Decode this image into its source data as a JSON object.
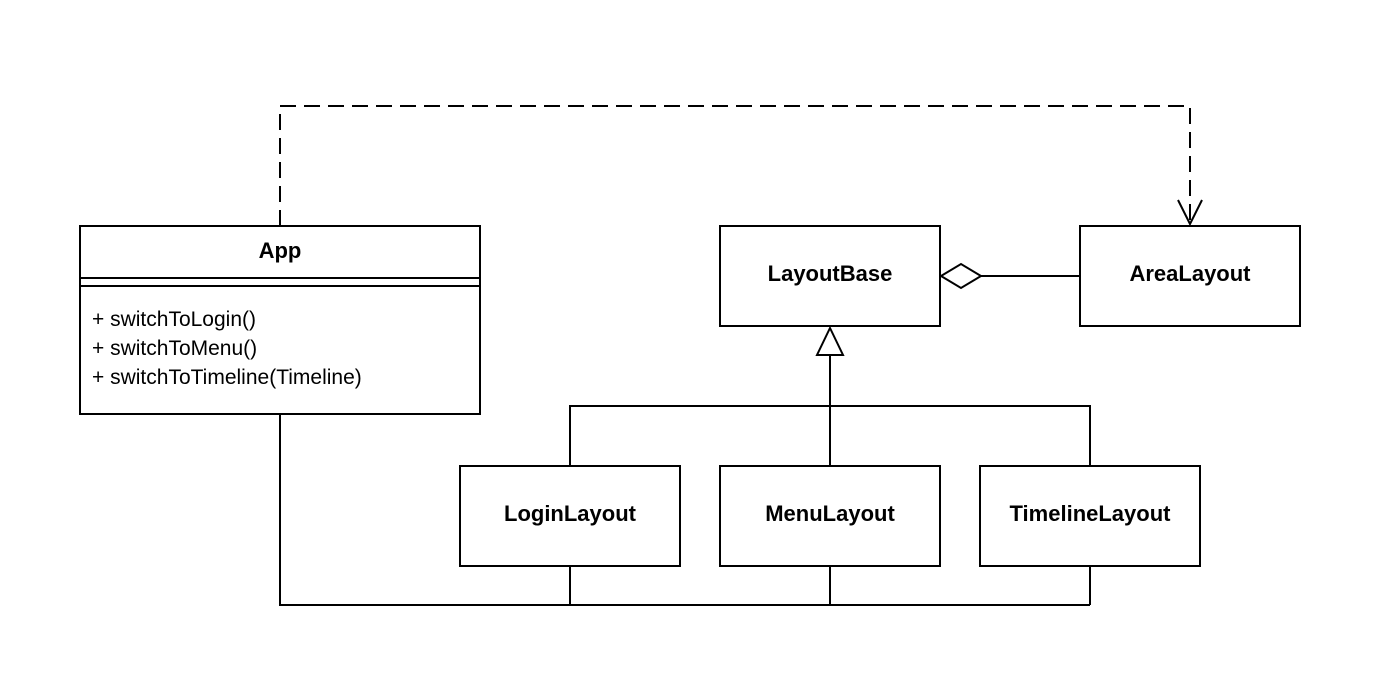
{
  "diagram": {
    "type": "uml-class-diagram",
    "classes": {
      "app": {
        "name": "App",
        "methods": [
          "+ switchToLogin()",
          "+ switchToMenu()",
          "+ switchToTimeline(Timeline)"
        ]
      },
      "layout_base": {
        "name": "LayoutBase"
      },
      "area_layout": {
        "name": "AreaLayout"
      },
      "login_layout": {
        "name": "LoginLayout"
      },
      "menu_layout": {
        "name": "MenuLayout"
      },
      "timeline_layout": {
        "name": "TimelineLayout"
      }
    },
    "relations": [
      {
        "kind": "dependency",
        "from": "App",
        "to": "AreaLayout",
        "line": "dashed",
        "arrow": "open"
      },
      {
        "kind": "aggregation",
        "from": "AreaLayout",
        "to": "LayoutBase",
        "arrow": "hollow-diamond"
      },
      {
        "kind": "generalization",
        "from": "LoginLayout",
        "to": "LayoutBase",
        "arrow": "hollow-triangle"
      },
      {
        "kind": "generalization",
        "from": "MenuLayout",
        "to": "LayoutBase",
        "arrow": "hollow-triangle"
      },
      {
        "kind": "generalization",
        "from": "TimelineLayout",
        "to": "LayoutBase",
        "arrow": "hollow-triangle"
      },
      {
        "kind": "association",
        "from": "App",
        "to": [
          "LoginLayout",
          "MenuLayout",
          "TimelineLayout"
        ],
        "line": "solid"
      }
    ],
    "colors": {
      "stroke": "#000000",
      "fill": "#ffffff",
      "background": "#ffffff"
    }
  }
}
